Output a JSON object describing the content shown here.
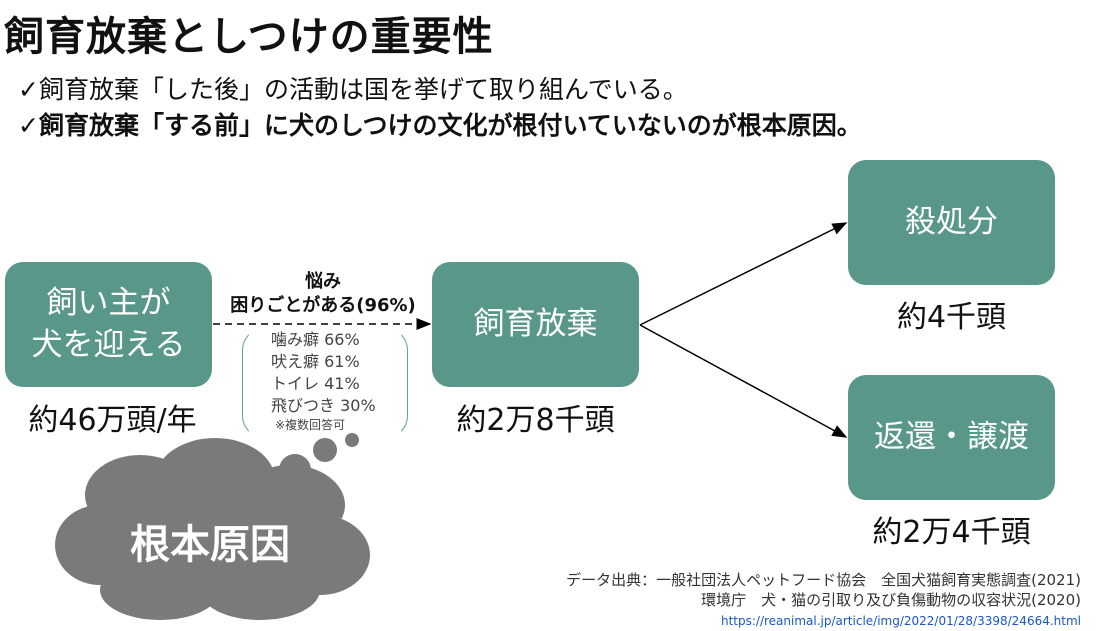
{
  "title": "飼育放棄としつけの重要性",
  "bullets": [
    "✓飼育放棄「した後」の活動は国を挙げて取り組んでいる。",
    "✓飼育放棄「する前」に犬のしつけの文化が根付いていないのが根本原因。"
  ],
  "boxes": {
    "owner": {
      "line1": "飼い主が",
      "line2": "犬を迎える",
      "count": "約46万頭/年"
    },
    "abandon": {
      "label": "飼育放棄",
      "count": "約2万8千頭"
    },
    "kill": {
      "label": "殺処分",
      "count": "約4千頭"
    },
    "return": {
      "label": "返還・譲渡",
      "count": "約2万4千頭"
    }
  },
  "issue": {
    "line1": "悩み",
    "line2": "困りごとがある(96%)",
    "items": [
      "噛み癖 66%",
      "吠え癖 61%",
      "トイレ 41%",
      "飛びつき 30%"
    ],
    "note": "※複数回答可"
  },
  "cloud": "根本原因",
  "source": {
    "line1": "データ出典：一般社団法人ペットフード協会　全国犬猫飼育実態調査(2021)",
    "line2": "環境庁　犬・猫の引取り及び負傷動物の収容状況(2020)",
    "url": "https://reanimal.jp/article/img/2022/01/28/3398/24664.html"
  },
  "colors": {
    "box": "#58978a",
    "cloud": "#7a7a7a"
  }
}
